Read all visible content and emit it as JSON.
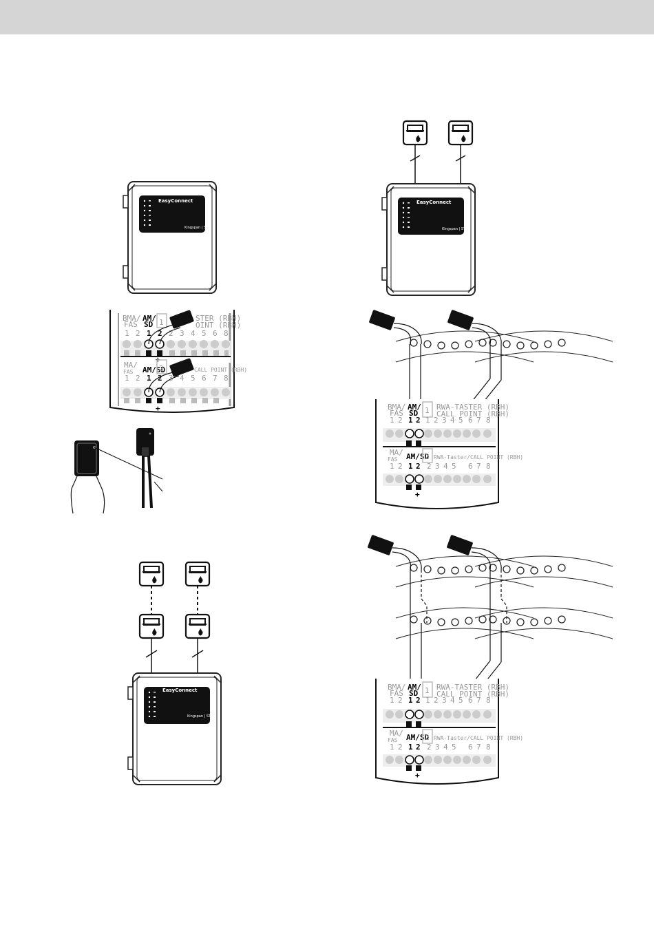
{
  "enclosure": {
    "brand": "EasyConnect",
    "logo": "Kingspan | STG"
  },
  "terminal_panel": {
    "zone1_label_left": "BMA/\nFAS",
    "zone1_am_sd": "AM/\nSD",
    "zone1_number": "1",
    "zone1_title_line1": "RWA-TASTER (RBH)",
    "zone1_title_line2": "CALL POINT (RBH)",
    "zone1_title_line1_partial": "STER (RBH)",
    "zone1_title_line2_partial": "OINT (RBH)",
    "zone2_label_left": "MA/\nFAS",
    "zone2_am_sd": "AM/SD",
    "zone2_number": "2",
    "zone2_title": "RWA-Taster/CALL POINT (RBH)",
    "zone2_title_partial": "CALL POINT (RBH)",
    "terminal_numbers": [
      "1",
      "2",
      "3",
      "4",
      "5",
      "6",
      "7",
      "8"
    ],
    "plus_sign": "+"
  },
  "wiring_scale": {
    "numbers": [
      "1",
      "2",
      "3",
      "4",
      "5",
      "6"
    ]
  }
}
